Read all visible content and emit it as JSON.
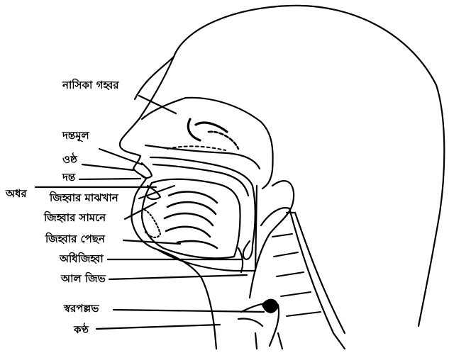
{
  "diagram": {
    "labels": {
      "nasal_cavity": "নাসিকা গহ্বর",
      "alveolar_ridge": "দন্তমূল",
      "upper_lip": "ওষ্ঠ",
      "teeth": "দন্ত",
      "lower_lip": "অধর",
      "tongue_middle": "জিহ্বার মাঝখান",
      "tongue_front": "জিহ্বার সামনে",
      "tongue_back": "জিহ্বার পেছন",
      "epiglottis": "অধিজিহ্বা",
      "soft_palate_tip": "আল জিভ",
      "vocal_cords": "স্বরপল্লভ",
      "throat": "কণ্ঠ"
    },
    "colors": {
      "ink": "#000000",
      "paper": "#ffffff"
    }
  }
}
